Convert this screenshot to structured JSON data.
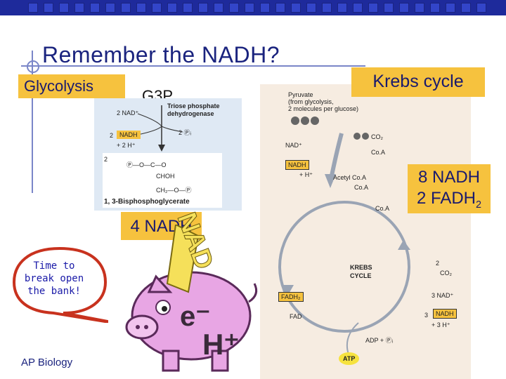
{
  "title": "Remember the NADH?",
  "tags": {
    "glycolysis": "Glycolysis",
    "krebs": "Krebs cycle",
    "four_nadh": "4 NADH",
    "eight_nadh": "8 NADH",
    "two_fadh": "2 FADH",
    "fadh_sub": "2"
  },
  "g3p": "G3P",
  "speech": {
    "line1": "Time to",
    "line2": "break open",
    "line3": "the bank!"
  },
  "footer": "AP Biology",
  "glycolysis_diagram": {
    "nad_in": "2 NAD⁺",
    "enzyme1": "Triose phosphate",
    "enzyme2": "dehydrogenase",
    "pi": "2 Ⓟᵢ",
    "nadh": "NADH",
    "nadh_prefix": "2",
    "h": "+ 2 H⁺",
    "coef": "2",
    "product": "1, 3-Bisphosphoglycerate",
    "struct_top": "Ⓟ—O—C—O",
    "struct_mid": "CHOH",
    "struct_bot": "CH₂—O—Ⓟ"
  },
  "krebs_diagram": {
    "pyruvate1": "Pyruvate",
    "pyruvate2": "(from glycolysis,",
    "pyruvate3": "2 molecules per glucose)",
    "co2": "CO₂",
    "nad": "NAD⁺",
    "coa": "Co.A",
    "nadh": "NADH",
    "h": "+ H⁺",
    "acetyl": "Acetyl Co.A",
    "coa2": "Co.A",
    "coa3": "Co.A",
    "cycle1": "KREBS",
    "cycle2": "CYCLE",
    "two_co2": "2",
    "co2b": "CO₂",
    "three_nad": "3 NAD⁺",
    "fadh2": "FADH₂",
    "fad": "FAD",
    "three": "3",
    "nadh2": "NADH",
    "three_h": "+ 3 H⁺",
    "adp": "ADP + Ⓟᵢ",
    "atp": "ATP"
  },
  "piggy": {
    "nad_label": "NAD",
    "e": "e⁻",
    "h": "H⁺"
  },
  "colors": {
    "accent": "#f6c23e",
    "title": "#1a237e",
    "topbar": "#1e2a9b"
  }
}
